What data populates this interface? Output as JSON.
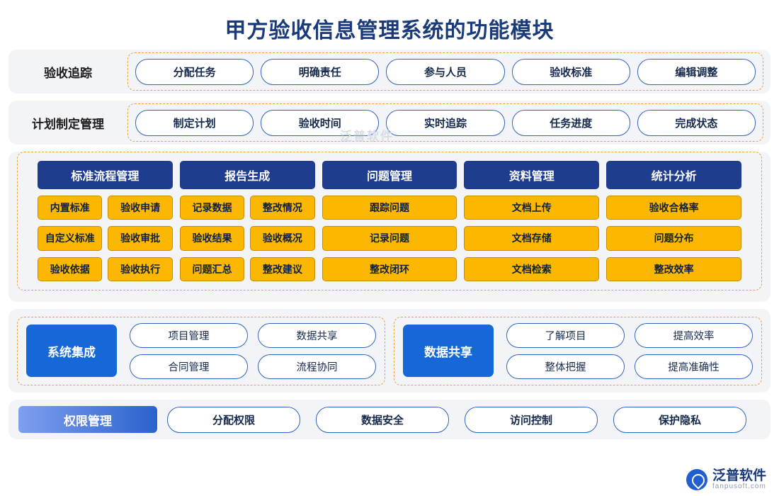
{
  "title": "甲方验收信息管理系统的功能模块",
  "bands": {
    "tracking": {
      "label": "验收追踪",
      "items": [
        "分配任务",
        "明确责任",
        "参与人员",
        "验收标准",
        "编辑调整"
      ]
    },
    "plan": {
      "label": "计划制定管理",
      "items": [
        "制定计划",
        "验收时间",
        "实时追踪",
        "任务进度",
        "完成状态"
      ]
    },
    "core": {
      "columns": [
        {
          "head": "标准流程管理",
          "pairs": [
            [
              "内置标准",
              "验收申请"
            ],
            [
              "自定义标准",
              "验收审批"
            ],
            [
              "验收依据",
              "验收执行"
            ]
          ]
        },
        {
          "head": "报告生成",
          "pairs": [
            [
              "记录数据",
              "整改情况"
            ],
            [
              "验收结果",
              "验收概况"
            ],
            [
              "问题汇总",
              "整改建议"
            ]
          ]
        },
        {
          "head": "问题管理",
          "single": [
            "跟踪问题",
            "记录问题",
            "整改闭环"
          ]
        },
        {
          "head": "资料管理",
          "single": [
            "文档上传",
            "文档存储",
            "文档检索"
          ]
        },
        {
          "head": "统计分析",
          "single": [
            "验收合格率",
            "问题分布",
            "整改效率"
          ]
        }
      ]
    },
    "integration": {
      "left": {
        "title": "系统集成",
        "items": [
          "项目管理",
          "数据共享",
          "合同管理",
          "流程协同"
        ]
      },
      "right": {
        "title": "数据共享",
        "items": [
          "了解项目",
          "提高效率",
          "整体把握",
          "提高准确性"
        ]
      }
    },
    "permission": {
      "label": "权限管理",
      "items": [
        "分配权限",
        "数据安全",
        "访问控制",
        "保护隐私"
      ]
    }
  },
  "watermark": "泛普软件",
  "brand": {
    "cn": "泛普软件",
    "en": "fanpusoft.com"
  },
  "colors": {
    "title": "#1a3a7a",
    "band_bg": "#f2f4f7",
    "dashed": "#e8a33d",
    "head_blue": "#1f3d8f",
    "cell_yellow": "#fcb800",
    "block_blue": "#1668d8"
  }
}
